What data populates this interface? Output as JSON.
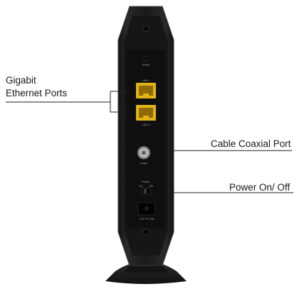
{
  "callouts": {
    "ethernet": {
      "line1": "Gigabit",
      "line2": "Ethernet Ports"
    },
    "coax": {
      "label": "Cable Coaxial Port"
    },
    "power": {
      "label": "Power On/ Off"
    }
  },
  "device_labels": {
    "reset": "Reset",
    "lan1": "LAN 1",
    "lan2": "LAN 2",
    "cable": "Cable",
    "power": "Power",
    "on": "On",
    "off": "Off",
    "dc_in": "12V ⎓ 1.5A"
  },
  "colors": {
    "body": "#1c1c1c",
    "body_edge": "#2e2e2e",
    "panel": "#0e0e0e",
    "port_yellow": "#e2b417",
    "leader_line": "#222222"
  }
}
